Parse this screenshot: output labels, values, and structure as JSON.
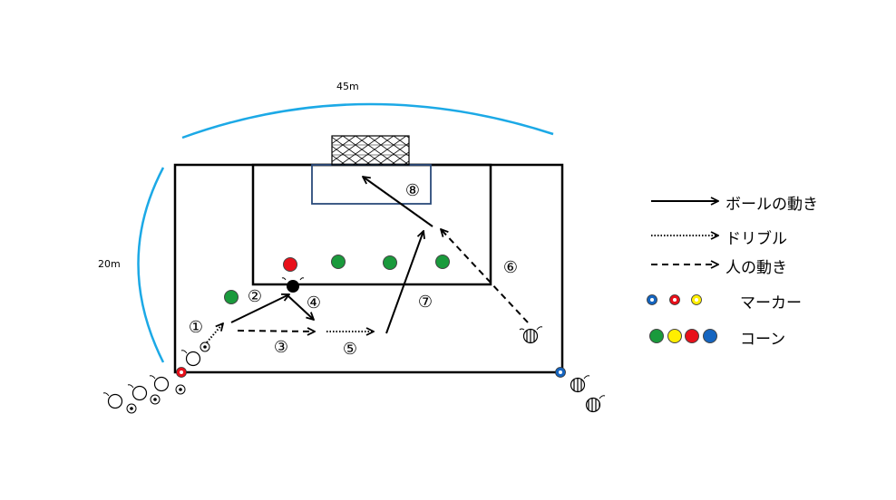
{
  "dimensions": {
    "width_label": "45m",
    "height_label": "20m"
  },
  "steps": [
    "①",
    "②",
    "③",
    "④",
    "⑤",
    "⑥",
    "⑦",
    "⑧"
  ],
  "legend": {
    "ball_movement": "ボールの動き",
    "dribble": "ドリブル",
    "player_movement": "人の動き",
    "markers": "マーカー",
    "cones": "コーン"
  },
  "colors": {
    "dimension_line": "#1ca9e6",
    "cone_green": "#1a9a3c",
    "cone_yellow": "#ffee00",
    "cone_red": "#e8101a",
    "cone_blue": "#1565c0",
    "marker_blue": "#1565c0",
    "marker_red": "#e8101a",
    "marker_yellow": "#ffee00",
    "goal_area_stroke": "#2a4a7a"
  },
  "icons": {
    "goal": "goal-net-icon",
    "player": "player-icon",
    "defender": "striped-player-icon",
    "ball": "soccer-ball-icon"
  }
}
